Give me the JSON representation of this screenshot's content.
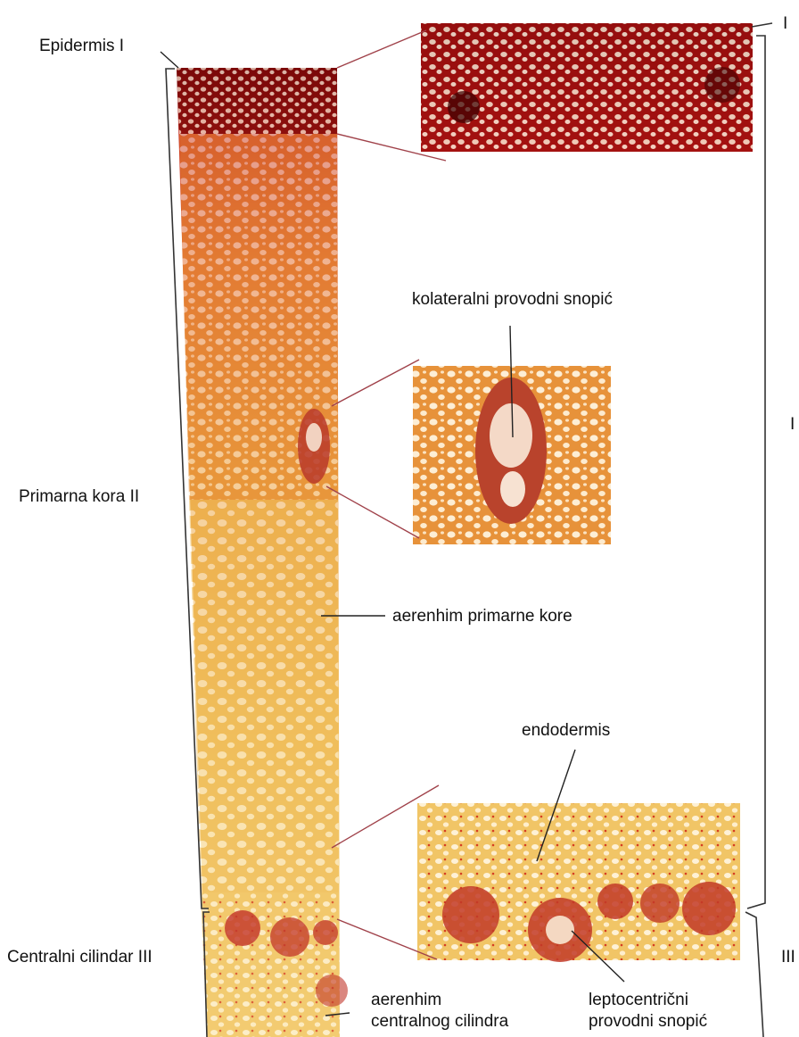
{
  "labels": {
    "epidermis": "Epidermis I",
    "primarna_kora": "Primarna kora II",
    "centralni_cilindar": "Centralni cilindar III",
    "kolateralni": "kolateralni provodni snopić",
    "aerenhim_primarne": "aerenhim primarne kore",
    "endodermis": "endodermis",
    "aerenhim_centralnog_line1": "aerenhim",
    "aerenhim_centralnog_line2": "centralnog cilindra",
    "leptocentricni_line1": "leptocentrični",
    "leptocentricni_line2": "provodni snopić",
    "right_I": "I",
    "right_II": "I",
    "right_III": "III"
  },
  "colors": {
    "tissue_dark_red": "#8e0c0c",
    "tissue_red": "#c2261a",
    "tissue_orange": "#e3892a",
    "tissue_yellow": "#f4d27a",
    "pointer_line": "#a0424a",
    "label_line": "#222222"
  }
}
